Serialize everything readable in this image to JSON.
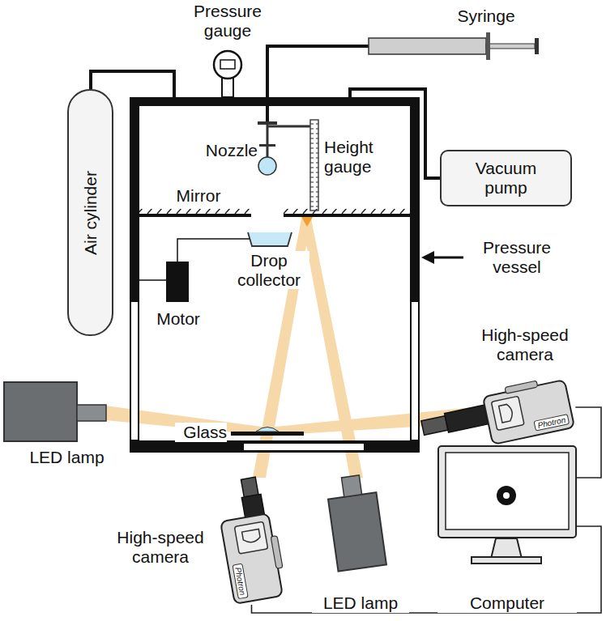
{
  "diagram": {
    "nodes": [
      {
        "text": [
          "Air cylinder"
        ]
      },
      {
        "text": [
          "Vacuum pump"
        ]
      },
      {
        "text": [
          "Photron"
        ]
      },
      {
        "text": [
          "Photron"
        ]
      },
      {
        "text": [
          "Computer"
        ]
      }
    ],
    "edges": [
      {
        "from": 4,
        "to": 2,
        "arrow": "none"
      },
      {
        "from": 4,
        "to": 3,
        "arrow": "none"
      }
    ],
    "labels": [
      "Pressure gauge",
      "Syringe",
      "Nozzle",
      "Height gauge",
      "Mirror",
      "Drop collector",
      "Motor",
      "Pressure vessel",
      "High-speed camera",
      "Glass",
      "LED lamp",
      "High-speed camera",
      "LED lamp"
    ]
  }
}
